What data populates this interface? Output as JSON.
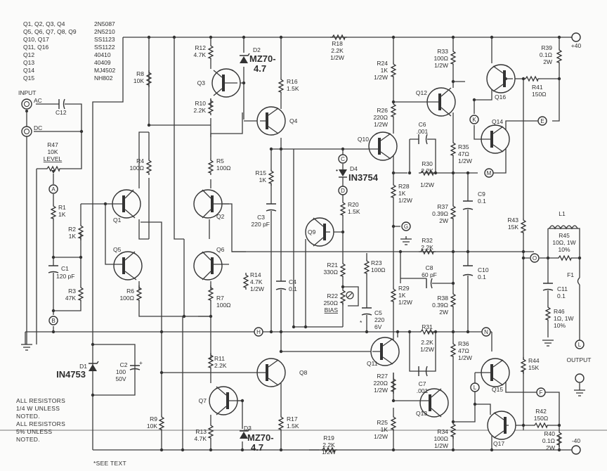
{
  "title": "Power amplifier schematic (±40 V supply)",
  "transistor_table": [
    {
      "refs": "Q1, Q2, Q3, Q4",
      "part": "2N5087"
    },
    {
      "refs": "Q5, Q6, Q7, Q8, Q9",
      "part": "2N5210"
    },
    {
      "refs": "Q10, Q17",
      "part": "SS1123"
    },
    {
      "refs": "Q11, Q16",
      "part": "SS1122"
    },
    {
      "refs": "Q12",
      "part": "40410"
    },
    {
      "refs": "Q13",
      "part": "40409"
    },
    {
      "refs": "Q14",
      "part": "MJ4502"
    },
    {
      "refs": "Q15",
      "part": "NH802"
    }
  ],
  "connectors": {
    "input_label": "INPUT",
    "ac": "AC",
    "dc": "DC",
    "output_label": "OUTPUT",
    "pos_supply": "+40",
    "neg_supply": "-40"
  },
  "test_points": [
    "A",
    "B",
    "C",
    "D",
    "E",
    "F",
    "G",
    "H",
    "K",
    "L",
    "M",
    "N",
    "O"
  ],
  "notes": {
    "line1": "ALL RESISTORS",
    "line2": "1/4 W UNLESS",
    "line3": "NOTED.",
    "line4": "ALL RESISTORS",
    "line5": "5% UNLESS",
    "line6": "NOTED.",
    "see_text": "*SEE TEXT"
  },
  "resistors": {
    "R1": [
      "R1",
      "1K"
    ],
    "R2": [
      "R2",
      "1K"
    ],
    "R3": [
      "R3",
      "47K"
    ],
    "R4": [
      "R4",
      "100Ω"
    ],
    "R5": [
      "R5",
      "100Ω"
    ],
    "R6": [
      "R6",
      "100Ω"
    ],
    "R7": [
      "R7",
      "100Ω"
    ],
    "R8": [
      "R8",
      "10K"
    ],
    "R9": [
      "R9",
      "10K"
    ],
    "R10": [
      "R10",
      "2.2K"
    ],
    "R11": [
      "R11",
      "2.2K"
    ],
    "R12": [
      "R12",
      "4.7K"
    ],
    "R13": [
      "R13",
      "4.7K"
    ],
    "R14": [
      "R14",
      "4.7K",
      "1/2W"
    ],
    "R15": [
      "R15",
      "1K"
    ],
    "R16": [
      "R16",
      "1.5K"
    ],
    "R17": [
      "R17",
      "1.5K"
    ],
    "R18": [
      "R18",
      "2.2K",
      "1/2W"
    ],
    "R19": [
      "R19",
      "2.2K",
      "1/2W"
    ],
    "R20": [
      "R20",
      "1.5K"
    ],
    "R21": [
      "R21",
      "330Ω"
    ],
    "R22": [
      "R22",
      "250Ω",
      "BIAS"
    ],
    "R23": [
      "R23",
      "100Ω"
    ],
    "R24": [
      "R24",
      "1K",
      "1/2W"
    ],
    "R25": [
      "R25",
      "1K",
      "1/2W"
    ],
    "R26": [
      "R26",
      "220Ω",
      "1/2W"
    ],
    "R27": [
      "R27",
      "220Ω",
      "1/2W"
    ],
    "R28": [
      "R28",
      "1K",
      "1/2W"
    ],
    "R29": [
      "R29",
      "1K",
      "1/2W"
    ],
    "R30": [
      "R30",
      "2.2K",
      "1/2W"
    ],
    "R31": [
      "R31",
      "2.2K",
      "1/2W"
    ],
    "R32": [
      "R32",
      "2.2K"
    ],
    "R33": [
      "R33",
      "100Ω",
      "1/2W"
    ],
    "R34": [
      "R34",
      "100Ω",
      "1/2W"
    ],
    "R35": [
      "R35",
      "47Ω",
      "1/2W"
    ],
    "R36": [
      "R36",
      "47Ω",
      "1/2W"
    ],
    "R37": [
      "R37",
      "0.39Ω",
      "2W"
    ],
    "R38": [
      "R38",
      "0.39Ω",
      "2W"
    ],
    "R39": [
      "R39",
      "0.1Ω",
      "2W"
    ],
    "R40": [
      "R40",
      "0.1Ω",
      "2W"
    ],
    "R41": [
      "R41",
      "150Ω"
    ],
    "R42": [
      "R42",
      "150Ω"
    ],
    "R43": [
      "R43",
      "15K"
    ],
    "R44": [
      "R44",
      "15K"
    ],
    "R45": [
      "R45",
      "10Ω, 1W",
      "10%"
    ],
    "R46": [
      "R46",
      "1Ω, 1W",
      "10%"
    ],
    "R47": [
      "R47",
      "10K",
      "LEVEL"
    ]
  },
  "capacitors": {
    "C1": [
      "C1",
      "120 pF"
    ],
    "C2": [
      "C2",
      "100",
      "50V"
    ],
    "C3": [
      "C3",
      "220 pF"
    ],
    "C4": [
      "C4",
      "0.1"
    ],
    "C5": [
      "C5",
      "220",
      "6V"
    ],
    "C6": [
      "C6",
      ".001"
    ],
    "C7": [
      "C7",
      ".001"
    ],
    "C8": [
      "C8",
      "60 pF"
    ],
    "C9": [
      "C9",
      "0.1"
    ],
    "C10": [
      "C10",
      "0.1"
    ],
    "C11": [
      "C11",
      "0.1"
    ],
    "C12": [
      "C12"
    ]
  },
  "diodes": {
    "D1": [
      "D1",
      "IN4753"
    ],
    "D2": [
      "D2",
      "MZ70-",
      "4.7"
    ],
    "D3": [
      "D3",
      "MZ70-",
      "4.7"
    ],
    "D4": [
      "D4",
      "IN3754"
    ]
  },
  "others": {
    "L1": "L1",
    "F1": "F1"
  }
}
